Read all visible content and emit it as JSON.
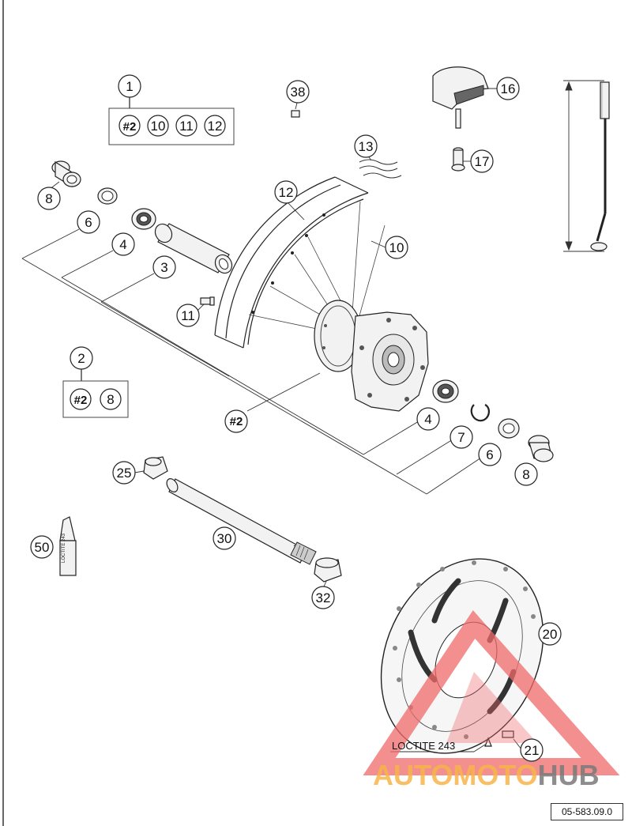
{
  "callouts": {
    "c1": "1",
    "c2": "2",
    "c3": "3",
    "c4a": "4",
    "c4b": "4",
    "c6a": "6",
    "c6b": "6",
    "c7": "7",
    "c8a": "8",
    "c8b": "8",
    "c10": "10",
    "c11": "11",
    "c12": "12",
    "c13": "13",
    "c16": "16",
    "c17": "17",
    "c20": "20",
    "c21": "21",
    "c25": "25",
    "c30": "30",
    "c32": "32",
    "c38": "38",
    "c50": "50",
    "hash2": "#2"
  },
  "group1": [
    "#2",
    "10",
    "11",
    "12"
  ],
  "group2": [
    "#2",
    "8"
  ],
  "loctite_label": "LOCTITE 243",
  "bottle_label": "LOCTITE 243",
  "reference_code": "05-583.09.0",
  "watermark": {
    "part1": "AUTOMOTO",
    "part2": "HUB",
    "color_red": "#f06a6a",
    "color_orange": "#f7b44a",
    "color_gray": "#7a7a7a"
  },
  "colors": {
    "ink": "#222222",
    "watermark_red": "#f06a6a"
  }
}
